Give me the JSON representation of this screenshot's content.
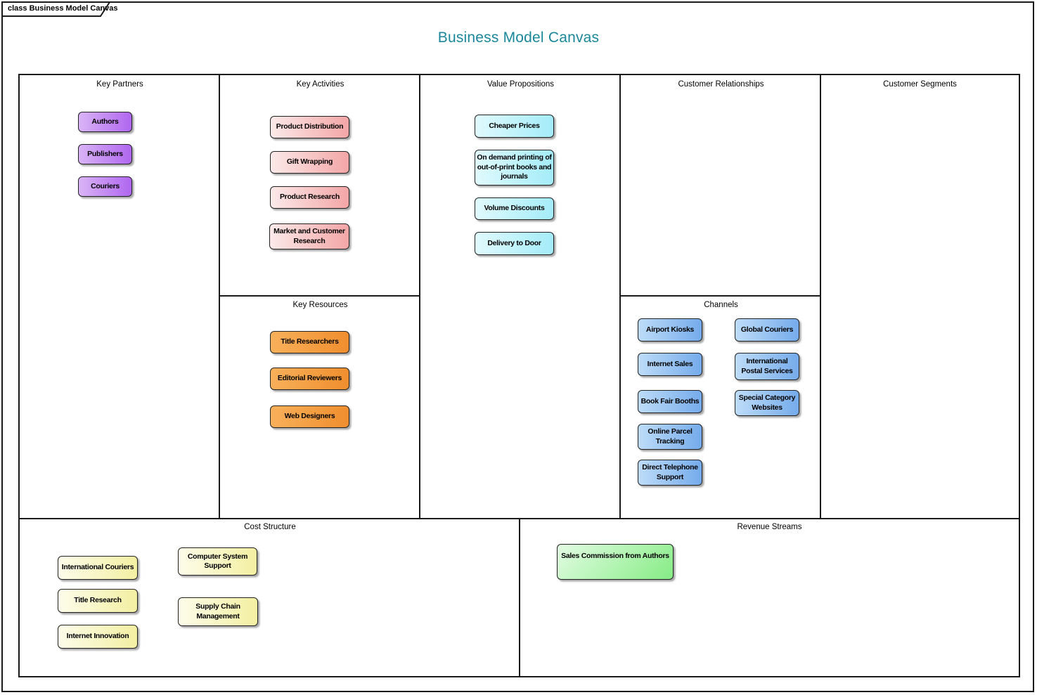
{
  "frame": {
    "tab_label": "class Business Model Canvas"
  },
  "title": {
    "text": "Business Model Canvas"
  },
  "colors": {
    "title_text": "#1b879a",
    "key_partners_node": "#b066f0",
    "key_activities_node": "#f3a6a6",
    "value_propositions_node": "#a4ecf8",
    "key_resources_node": "#ef8e2e",
    "channels_node": "#75abeb",
    "cost_structure_node": "#f3efa2",
    "revenue_streams_node": "#85ec85"
  },
  "sections": {
    "key_partners": {
      "label": "Key Partners",
      "items": [
        "Authors",
        "Publishers",
        "Couriers"
      ]
    },
    "key_activities": {
      "label": "Key Activities",
      "items": [
        "Product Distribution",
        "Gift Wrapping",
        "Product Research",
        "Market and Customer\nResearch"
      ]
    },
    "value_propositions": {
      "label": "Value Propositions",
      "items": [
        "Cheaper Prices",
        "On demand printing of\nout-of-print books and\njournals",
        "Volume Discounts",
        "Delivery to Door"
      ]
    },
    "customer_relationships": {
      "label": "Customer Relationships",
      "items": []
    },
    "customer_segments": {
      "label": "Customer Segments",
      "items": []
    },
    "key_resources": {
      "label": "Key Resources",
      "items": [
        "Title Researchers",
        "Editorial Reviewers",
        "Web Designers"
      ]
    },
    "channels": {
      "label": "Channels",
      "items_left": [
        "Airport Kiosks",
        "Internet Sales",
        "Book Fair Booths",
        "Online Parcel\nTracking",
        "Direct Telephone\nSupport"
      ],
      "items_right": [
        "Global Couriers",
        "International\nPostal Services",
        "Special Category\nWebsites"
      ]
    },
    "cost_structure": {
      "label": "Cost Structure",
      "items_col1": [
        "International Couriers",
        "Title Research",
        "Internet Innovation"
      ],
      "items_col2": [
        "Computer System\nSupport",
        "Supply Chain\nManagement"
      ]
    },
    "revenue_streams": {
      "label": "Revenue Streams",
      "items": [
        "Sales Commission from Authors"
      ]
    }
  }
}
